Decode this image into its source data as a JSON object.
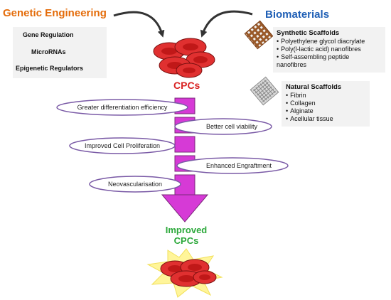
{
  "genetic": {
    "title": "Genetic Engineering",
    "items": [
      "Gene Regulation",
      "MicroRNAs",
      "Epigenetic Regulators"
    ]
  },
  "biomaterials": {
    "title": "Biomaterials",
    "synthetic": {
      "title": "Synthetic Scaffolds",
      "items": [
        "Polyethylene glycol diacrylate",
        "Poly(l-lactic acid) nanofibres",
        "Self-assembling peptide"
      ],
      "continuation": "nanofibres"
    },
    "natural": {
      "title": "Natural Scaffolds",
      "items": [
        "Fibrin",
        "Collagen",
        "Alginate",
        "Acellular tissue"
      ]
    }
  },
  "cpcs_label": "CPCs",
  "outcomes": [
    "Greater differentiation  efficiency",
    "Better cell viability",
    "Improved  Cell Proliferation",
    "Enhanced Engraftment",
    "Neovascularisation"
  ],
  "improved": {
    "line1": "Improved",
    "line2": "CPCs"
  },
  "colors": {
    "orange": "#e46c0a",
    "blue": "#1f5fb5",
    "green": "#2ba83a",
    "magenta": "#d63ad6",
    "purple": "#7a5aa6",
    "red": "#d92323",
    "box": "#f2f2f2",
    "star": "#fff59a"
  }
}
